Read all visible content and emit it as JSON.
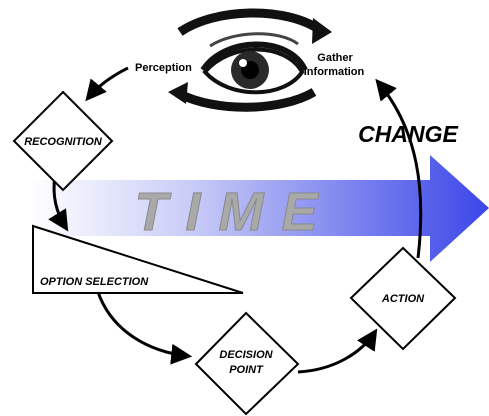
{
  "eye": {
    "left_label": "Perception",
    "right_label_line1": "Gather",
    "right_label_line2": "Information"
  },
  "nodes": {
    "recognition": "RECOGNITION",
    "option_selection": "OPTION SELECTION",
    "decision_point_line1": "DECISION",
    "decision_point_line2": "POINT",
    "action": "ACTION"
  },
  "time_arrow": {
    "label": "TIME",
    "colors": {
      "start": "#ffffff",
      "end": "#3b46e8",
      "letters": "#a9a9a9"
    }
  },
  "change_label": "CHANGE"
}
